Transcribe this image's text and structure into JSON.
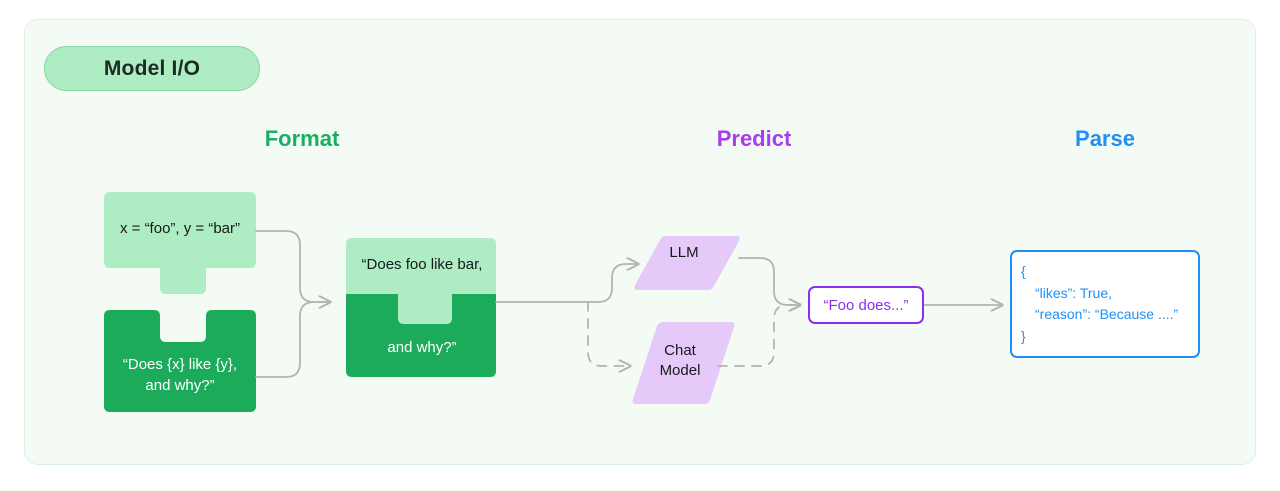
{
  "panel": {
    "badge_label": "Model I/O",
    "bg_color": "#f4fbf5",
    "border_color": "#dcf0e2"
  },
  "columns": [
    {
      "key": "format",
      "label": "Format",
      "color": "#18b060"
    },
    {
      "key": "predict",
      "label": "Predict",
      "color": "#a93cf0"
    },
    {
      "key": "parse",
      "label": "Parse",
      "color": "#1e90f8"
    }
  ],
  "format": {
    "variables_piece": {
      "text": "x = “foo”, y = “bar”",
      "fill": "#aeecc4",
      "text_color": "#17191c"
    },
    "template_piece": {
      "line1": "“Does {x} like {y},",
      "line2": "and why?”",
      "fill": "#1bab5a",
      "text_color": "#ffffff"
    },
    "combined_piece": {
      "top_text": "“Does foo like bar,",
      "bottom_text": "and why?”",
      "top_fill": "#aeecc4",
      "bottom_fill": "#1bab5a"
    }
  },
  "predict": {
    "nodes": [
      {
        "key": "llm",
        "label": "LLM",
        "fill": "#e5c9f9",
        "connector": "solid"
      },
      {
        "key": "chat",
        "label": "Chat\nModel",
        "fill": "#e5c9f9",
        "connector": "dashed"
      }
    ],
    "output_box": {
      "text": "“Foo does...”",
      "border_color": "#8b2ef0",
      "text_color": "#8b2ef0"
    }
  },
  "parse": {
    "json_box": {
      "border_color": "#1e90f8",
      "text_color": "#1e90f8",
      "lines": [
        {
          "text": "{",
          "indent": false
        },
        {
          "text": "“likes”: True,",
          "indent": true
        },
        {
          "text": "“reason”: “Because ....”",
          "indent": true
        },
        {
          "text": "}",
          "indent": false
        }
      ]
    }
  },
  "connectors": {
    "color": "#b4b4b4"
  }
}
